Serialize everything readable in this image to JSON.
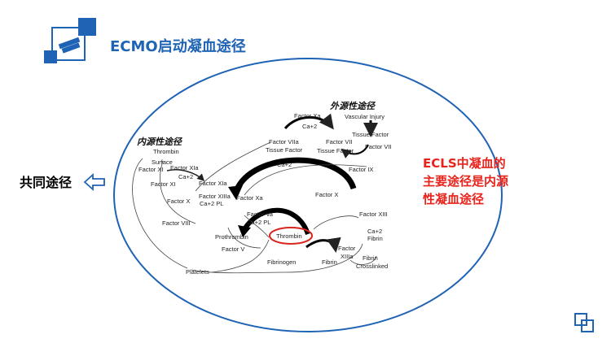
{
  "header": {
    "title": "ECMO启动凝血途径"
  },
  "left_label": "共同途径",
  "callout_lines": [
    "ECLS中凝血的",
    "主要途径是内源",
    "性凝血途径"
  ],
  "diagram": {
    "heading_extrinsic": "外源性途径",
    "heading_intrinsic": "内源性途径",
    "extrinsic": {
      "vascular_injury": "Vascular Injury",
      "tissue_factor": "Tissue Factor",
      "factor_vii": "Factor VII",
      "factor_vii_b": "Factor VII",
      "tissue_factor_b": "Tissue Factor",
      "factor_viia": "Factor VIIa",
      "tissue_factor_c": "Tissue Factor",
      "factor_xa_top": "Factor Xa",
      "ca_top": "Ca+2"
    },
    "intrinsic": {
      "thrombin": "Thrombin",
      "surface": "Surface",
      "factor_xi": "Factor XI",
      "factor_xia": "Factor XIa",
      "ca_xi": "Ca+2",
      "factor_xi_b": "Factor XI",
      "factor_xia_b": "Factor XIa",
      "factor_x": "Factor X",
      "factor_xiiia": "Factor XIIIa",
      "ca_pl": "Ca+2 PL",
      "factor_xa": "Factor Xa",
      "factor_viii": "Factor VIII"
    },
    "middle": {
      "ca_mid": "Ca+2",
      "factor_ix": "Factor IX",
      "factor_x_right": "Factor X"
    },
    "common": {
      "factor_va": "Factor Va",
      "ca_pl_2": "Ca+2 PL",
      "prothrombin": "Prothrombin",
      "thrombin": "Thrombin",
      "factor_v": "Factor V",
      "platelets": "Platelets",
      "fibrinogen": "Fibrinogen",
      "fibrin": "Fibrin",
      "factor_xiii": "Factor XIII",
      "ca_fibrin": "Ca+2",
      "fibrin_r": "Fibrin",
      "factor_xiiia": "Factor",
      "xiiia": "XIIIa",
      "fibrin_cross": "Fibrin",
      "crosslinked": "Crosslinked"
    }
  },
  "colors": {
    "brand_blue": "#1f63b5",
    "highlight_red": "#e8231c",
    "ring_red": "#d9251c"
  }
}
